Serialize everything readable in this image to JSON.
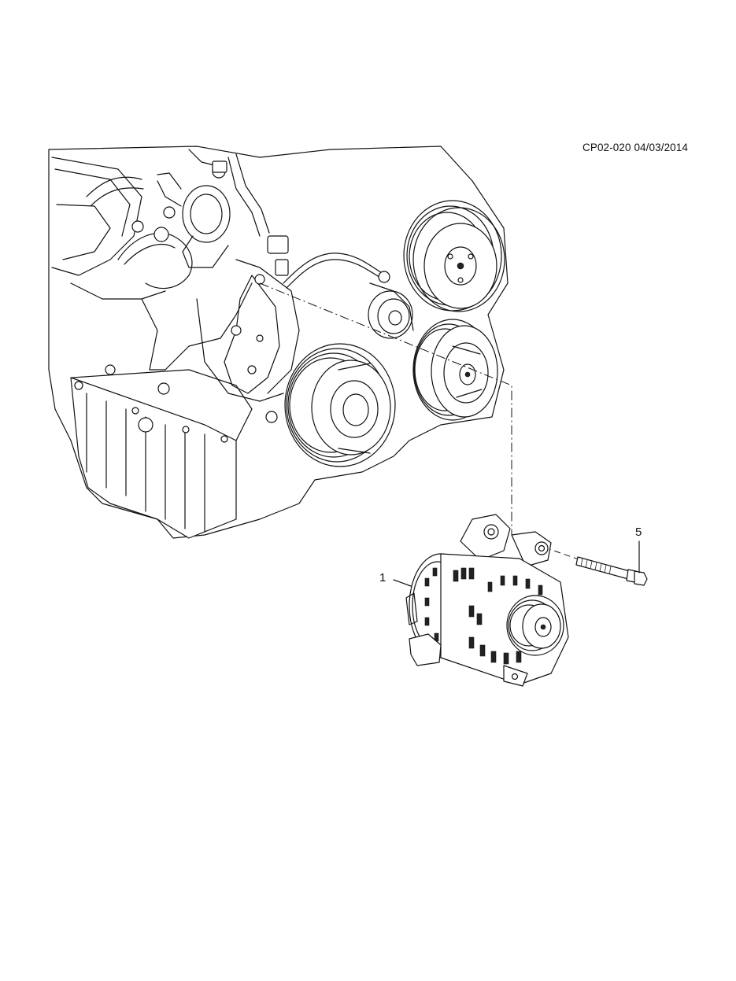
{
  "drawing_code": "CP02-020 04/03/2014",
  "callouts": [
    {
      "number": "1"
    },
    {
      "number": "5"
    }
  ]
}
